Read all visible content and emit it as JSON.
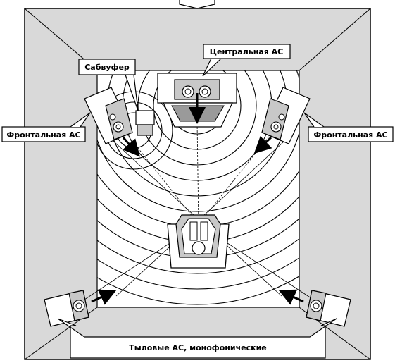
{
  "labels": {
    "center": "Центральная АС",
    "subwoofer": "Сабвуфер",
    "front_left": "Фронтальная АС",
    "front_right": "Фронтальная АС",
    "rear": "Тыловые АС, монофонические"
  },
  "colors": {
    "wall": "#d9d9d9",
    "floor": "#ffffff",
    "speaker_face": "#c8c8c8",
    "outline": "#000000"
  }
}
